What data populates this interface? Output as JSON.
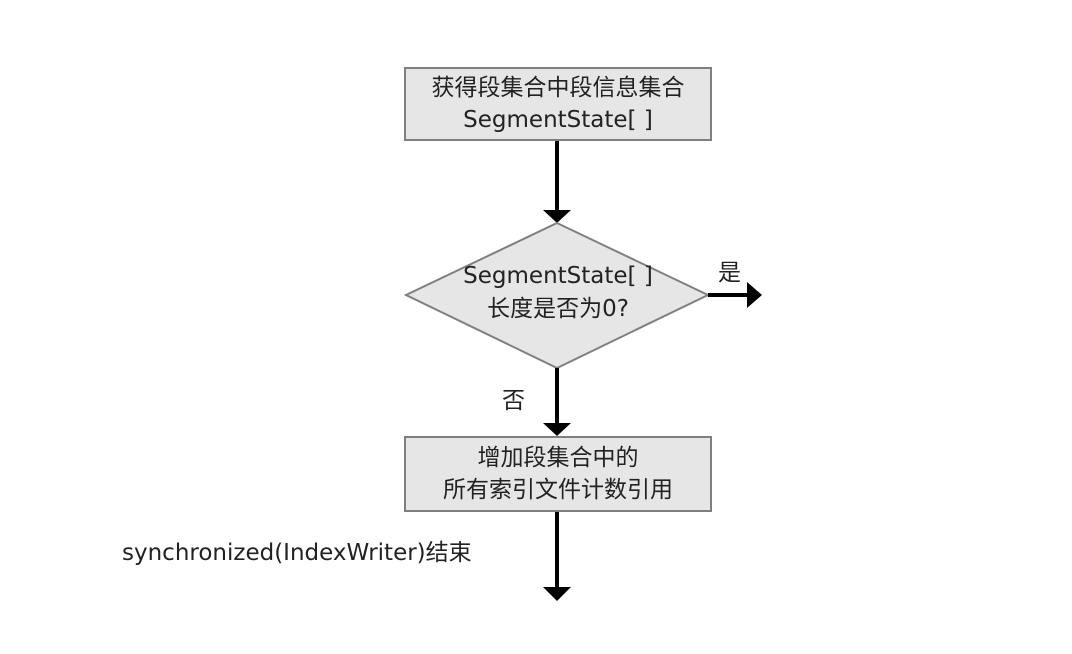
{
  "diagram": {
    "step1": {
      "line1": "获得段集合中段信息集合",
      "line2": "SegmentState[ ]"
    },
    "decision": {
      "line1": "SegmentState[ ]",
      "line2": "长度是否为0?"
    },
    "yes_label": "是",
    "no_label": "否",
    "step2": {
      "line1": "增加段集合中的",
      "line2": "所有索引文件计数引用"
    },
    "end_label": "synchronized(IndexWriter)结束"
  }
}
